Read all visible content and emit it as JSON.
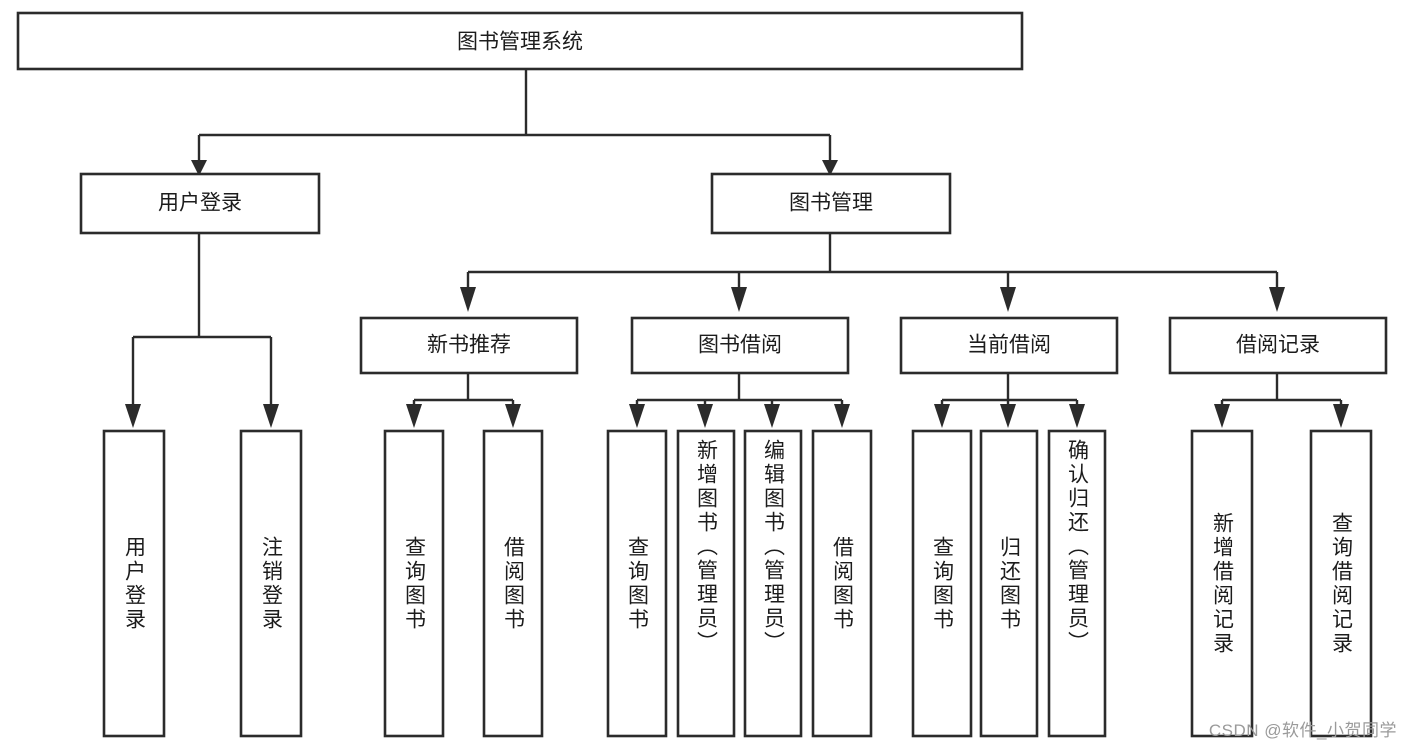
{
  "diagram": {
    "title_box": {
      "label": "图书管理系统"
    },
    "level2": [
      {
        "id": "user-login",
        "label": "用户登录"
      },
      {
        "id": "book-management",
        "label": "图书管理"
      }
    ],
    "level3": [
      {
        "id": "new-book-recommend",
        "label": "新书推荐"
      },
      {
        "id": "book-borrow",
        "label": "图书借阅"
      },
      {
        "id": "current-borrow",
        "label": "当前借阅"
      },
      {
        "id": "borrow-record",
        "label": "借阅记录"
      }
    ],
    "leaves": [
      {
        "id": "leaf-user-login",
        "label": "用户登录",
        "parent": "user-login"
      },
      {
        "id": "leaf-logout-login",
        "label": "注销登录",
        "parent": "user-login"
      },
      {
        "id": "leaf-query-book-1",
        "label": "查询图书",
        "parent": "new-book-recommend"
      },
      {
        "id": "leaf-borrow-book-1",
        "label": "借阅图书",
        "parent": "new-book-recommend"
      },
      {
        "id": "leaf-query-book-2",
        "label": "查询图书",
        "parent": "book-borrow"
      },
      {
        "id": "leaf-add-book",
        "label": "新增图书（管理员）",
        "parent": "book-borrow"
      },
      {
        "id": "leaf-edit-book",
        "label": "编辑图书（管理员）",
        "parent": "book-borrow"
      },
      {
        "id": "leaf-borrow-book-2",
        "label": "借阅图书",
        "parent": "book-borrow"
      },
      {
        "id": "leaf-query-book-3",
        "label": "查询图书",
        "parent": "current-borrow"
      },
      {
        "id": "leaf-return-book",
        "label": "归还图书",
        "parent": "current-borrow"
      },
      {
        "id": "leaf-confirm-return",
        "label": "确认归还（管理员）",
        "parent": "current-borrow"
      },
      {
        "id": "leaf-add-record",
        "label": "新增借阅记录",
        "parent": "borrow-record"
      },
      {
        "id": "leaf-query-record",
        "label": "查询借阅记录",
        "parent": "borrow-record"
      }
    ],
    "watermark": "CSDN @软件_小贺同学",
    "colors": {
      "box_stroke": "#2b2b2b",
      "box_fill": "#ffffff",
      "text": "#1c1c1c",
      "watermark": "#9a9a9a",
      "background": "#ffffff"
    }
  }
}
